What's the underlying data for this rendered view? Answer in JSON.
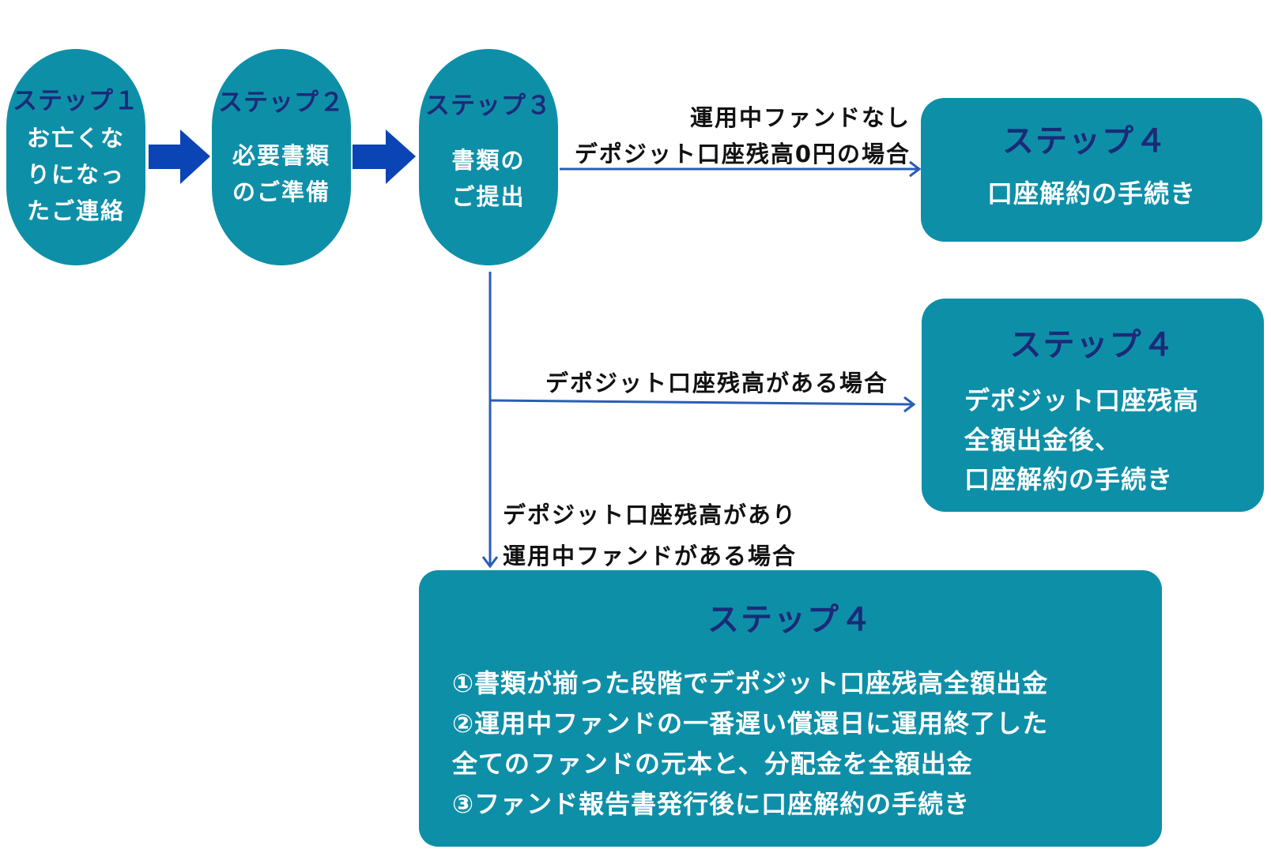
{
  "colors": {
    "box_fill": "#0e8fa8",
    "title_text": "#1b2a78",
    "body_text": "#ffffff",
    "flow_arrow": "#0b44b4",
    "branch_line": "#2a5db8",
    "label_text": "#111111"
  },
  "steps": [
    {
      "title": "ステップ１",
      "body": "お亡くな\nりになっ\nたご連絡"
    },
    {
      "title": "ステップ２",
      "body": "必要書類\nのご準備"
    },
    {
      "title": "ステップ３",
      "body": "書類の\nご提出"
    }
  ],
  "outcomes": {
    "no_balance": {
      "title": "ステップ４",
      "body": "口座解約の手続き",
      "condition": "運用中ファンドなし\nデポジット口座残高0円の場合"
    },
    "balance": {
      "title": "ステップ４",
      "body": "デポジット口座残高\n全額出金後、\n口座解約の手続き",
      "condition": "デポジット口座残高がある場合"
    },
    "balance_and_funds": {
      "title": "ステップ４",
      "body": "①書類が揃った段階でデポジット口座残高全額出金\n②運用中ファンドの一番遅い償還日に運用終了した\n全てのファンドの元本と、分配金を全額出金\n③ファンド報告書発行後に口座解約の手続き",
      "condition": "デポジット口座残高があり\n運用中ファンドがある場合"
    }
  }
}
